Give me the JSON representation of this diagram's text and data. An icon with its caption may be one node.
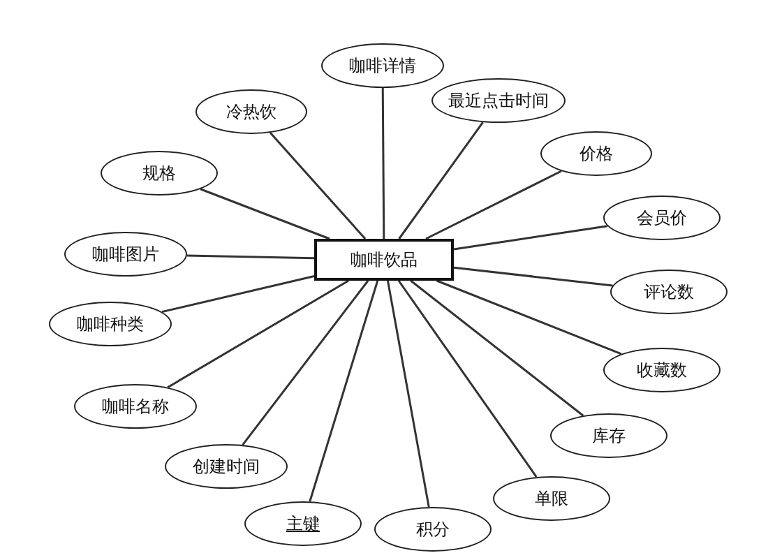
{
  "diagram": {
    "nodes": [
      {
        "text": [
          "咖啡饮品"
        ]
      },
      {
        "text": [
          "咖啡详情"
        ]
      },
      {
        "text": [
          "最近点击时间"
        ]
      },
      {
        "text": [
          "冷热饮"
        ]
      },
      {
        "text": [
          "价格"
        ]
      },
      {
        "text": [
          "规格"
        ]
      },
      {
        "text": [
          "会员价"
        ]
      },
      {
        "text": [
          "咖啡图片"
        ]
      },
      {
        "text": [
          "评论数"
        ]
      },
      {
        "text": [
          "咖啡种类"
        ]
      },
      {
        "text": [
          "收藏数"
        ]
      },
      {
        "text": [
          "咖啡名称"
        ]
      },
      {
        "text": [
          "库存"
        ]
      },
      {
        "text": [
          "创建时间"
        ]
      },
      {
        "text": [
          "单限"
        ]
      },
      {
        "text": [
          "主键"
        ]
      },
      {
        "text": [
          "积分"
        ]
      }
    ],
    "edges": [
      {
        "from": 0,
        "to": 1,
        "arrow": "none"
      },
      {
        "from": 0,
        "to": 2,
        "arrow": "none"
      },
      {
        "from": 0,
        "to": 3,
        "arrow": "none"
      },
      {
        "from": 0,
        "to": 4,
        "arrow": "none"
      },
      {
        "from": 0,
        "to": 5,
        "arrow": "none"
      },
      {
        "from": 0,
        "to": 6,
        "arrow": "none"
      },
      {
        "from": 0,
        "to": 7,
        "arrow": "none"
      },
      {
        "from": 0,
        "to": 8,
        "arrow": "none"
      },
      {
        "from": 0,
        "to": 9,
        "arrow": "none"
      },
      {
        "from": 0,
        "to": 10,
        "arrow": "none"
      },
      {
        "from": 0,
        "to": 11,
        "arrow": "none"
      },
      {
        "from": 0,
        "to": 12,
        "arrow": "none"
      },
      {
        "from": 0,
        "to": 13,
        "arrow": "none"
      },
      {
        "from": 0,
        "to": 14,
        "arrow": "none"
      },
      {
        "from": 0,
        "to": 15,
        "arrow": "none"
      },
      {
        "from": 0,
        "to": 16,
        "arrow": "none"
      }
    ]
  }
}
